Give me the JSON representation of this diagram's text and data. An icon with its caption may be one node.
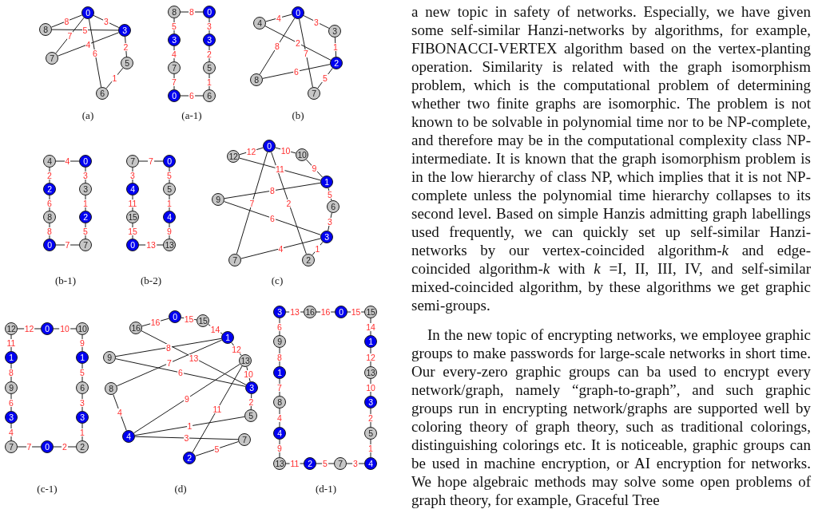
{
  "diagram": {
    "nodes": [
      {
        "text": [
          "0"
        ]
      },
      {
        "text": [
          "8"
        ]
      },
      {
        "text": [
          "3"
        ]
      },
      {
        "text": [
          "7"
        ]
      },
      {
        "text": [
          "5"
        ]
      },
      {
        "text": [
          "6"
        ]
      },
      {
        "text": [
          "8"
        ]
      },
      {
        "text": [
          "0"
        ]
      },
      {
        "text": [
          "3"
        ]
      },
      {
        "text": [
          "3"
        ]
      },
      {
        "text": [
          "7"
        ]
      },
      {
        "text": [
          "5"
        ]
      },
      {
        "text": [
          "0"
        ]
      },
      {
        "text": [
          "6"
        ]
      },
      {
        "text": [
          "0"
        ]
      },
      {
        "text": [
          "4"
        ]
      },
      {
        "text": [
          "3"
        ]
      },
      {
        "text": [
          "2"
        ]
      },
      {
        "text": [
          "8"
        ]
      },
      {
        "text": [
          "7"
        ]
      },
      {
        "text": [
          "4"
        ]
      },
      {
        "text": [
          "0"
        ]
      },
      {
        "text": [
          "2"
        ]
      },
      {
        "text": [
          "3"
        ]
      },
      {
        "text": [
          "8"
        ]
      },
      {
        "text": [
          "2"
        ]
      },
      {
        "text": [
          "0"
        ]
      },
      {
        "text": [
          "7"
        ]
      },
      {
        "text": [
          "7"
        ]
      },
      {
        "text": [
          "0"
        ]
      },
      {
        "text": [
          "4"
        ]
      },
      {
        "text": [
          "5"
        ]
      },
      {
        "text": [
          "15"
        ]
      },
      {
        "text": [
          "4"
        ]
      },
      {
        "text": [
          "0"
        ]
      },
      {
        "text": [
          "13"
        ]
      },
      {
        "text": [
          "0"
        ]
      },
      {
        "text": [
          "10"
        ]
      },
      {
        "text": [
          "12"
        ]
      },
      {
        "text": [
          "1"
        ]
      },
      {
        "text": [
          "9"
        ]
      },
      {
        "text": [
          "6"
        ]
      },
      {
        "text": [
          "3"
        ]
      },
      {
        "text": [
          "7"
        ]
      },
      {
        "text": [
          "2"
        ]
      },
      {
        "text": [
          "12"
        ]
      },
      {
        "text": [
          "0"
        ]
      },
      {
        "text": [
          "10"
        ]
      },
      {
        "text": [
          "1"
        ]
      },
      {
        "text": [
          "1"
        ]
      },
      {
        "text": [
          "9"
        ]
      },
      {
        "text": [
          "6"
        ]
      },
      {
        "text": [
          "3"
        ]
      },
      {
        "text": [
          "3"
        ]
      },
      {
        "text": [
          "7"
        ]
      },
      {
        "text": [
          "0"
        ]
      },
      {
        "text": [
          "2"
        ]
      },
      {
        "text": [
          "0"
        ]
      },
      {
        "text": [
          "15"
        ]
      },
      {
        "text": [
          "16"
        ]
      },
      {
        "text": [
          "1"
        ]
      },
      {
        "text": [
          "9"
        ]
      },
      {
        "text": [
          "13"
        ]
      },
      {
        "text": [
          "3"
        ]
      },
      {
        "text": [
          "8"
        ]
      },
      {
        "text": [
          "5"
        ]
      },
      {
        "text": [
          "4"
        ]
      },
      {
        "text": [
          "7"
        ]
      },
      {
        "text": [
          "2"
        ]
      },
      {
        "text": [
          "3"
        ]
      },
      {
        "text": [
          "16"
        ]
      },
      {
        "text": [
          "0"
        ]
      },
      {
        "text": [
          "15"
        ]
      },
      {
        "text": [
          "9"
        ]
      },
      {
        "text": [
          "1"
        ]
      },
      {
        "text": [
          "1"
        ]
      },
      {
        "text": [
          "13"
        ]
      },
      {
        "text": [
          "8"
        ]
      },
      {
        "text": [
          "3"
        ]
      },
      {
        "text": [
          "4"
        ]
      },
      {
        "text": [
          "5"
        ]
      },
      {
        "text": [
          "13"
        ]
      },
      {
        "text": [
          "2"
        ]
      },
      {
        "text": [
          "7"
        ]
      },
      {
        "text": [
          "4"
        ]
      }
    ],
    "edges": [
      {
        "from": 0,
        "to": 1,
        "arrow": "none",
        "label": "8"
      },
      {
        "from": 0,
        "to": 2,
        "arrow": "none",
        "label": "3"
      },
      {
        "from": 1,
        "to": 2,
        "arrow": "none",
        "label": "5"
      },
      {
        "from": 0,
        "to": 3,
        "arrow": "none",
        "label": "7"
      },
      {
        "from": 3,
        "to": 2,
        "arrow": "none",
        "label": "4"
      },
      {
        "from": 0,
        "to": 5,
        "arrow": "none",
        "label": "6"
      },
      {
        "from": 5,
        "to": 4,
        "arrow": "none",
        "label": "1"
      },
      {
        "from": 4,
        "to": 2,
        "arrow": "none",
        "label": "2"
      },
      {
        "from": 6,
        "to": 7,
        "arrow": "none",
        "label": "8"
      },
      {
        "from": 6,
        "to": 8,
        "arrow": "none",
        "label": "5"
      },
      {
        "from": 8,
        "to": 10,
        "arrow": "none",
        "label": "4"
      },
      {
        "from": 10,
        "to": 12,
        "arrow": "none",
        "label": "7"
      },
      {
        "from": 12,
        "to": 13,
        "arrow": "none",
        "label": "6"
      },
      {
        "from": 13,
        "to": 11,
        "arrow": "none",
        "label": "1"
      },
      {
        "from": 11,
        "to": 9,
        "arrow": "none",
        "label": "2"
      },
      {
        "from": 9,
        "to": 7,
        "arrow": "none",
        "label": "3"
      },
      {
        "from": 14,
        "to": 15,
        "arrow": "none",
        "label": "4"
      },
      {
        "from": 14,
        "to": 16,
        "arrow": "none",
        "label": "3"
      },
      {
        "from": 16,
        "to": 17,
        "arrow": "none",
        "label": "1"
      },
      {
        "from": 15,
        "to": 17,
        "arrow": "none",
        "label": "2"
      },
      {
        "from": 14,
        "to": 18,
        "arrow": "none",
        "label": "8"
      },
      {
        "from": 14,
        "to": 19,
        "arrow": "none",
        "label": "7"
      },
      {
        "from": 18,
        "to": 17,
        "arrow": "none",
        "label": "6"
      },
      {
        "from": 17,
        "to": 19,
        "arrow": "none",
        "label": "5"
      },
      {
        "from": 20,
        "to": 21,
        "arrow": "none",
        "label": "4"
      },
      {
        "from": 20,
        "to": 22,
        "arrow": "none",
        "label": "2"
      },
      {
        "from": 22,
        "to": 24,
        "arrow": "none",
        "label": "6"
      },
      {
        "from": 24,
        "to": 26,
        "arrow": "none",
        "label": "8"
      },
      {
        "from": 26,
        "to": 27,
        "arrow": "none",
        "label": "7"
      },
      {
        "from": 27,
        "to": 25,
        "arrow": "none",
        "label": "5"
      },
      {
        "from": 25,
        "to": 23,
        "arrow": "none",
        "label": "1"
      },
      {
        "from": 23,
        "to": 21,
        "arrow": "none",
        "label": "3"
      },
      {
        "from": 28,
        "to": 29,
        "arrow": "none",
        "label": "7"
      },
      {
        "from": 28,
        "to": 30,
        "arrow": "none",
        "label": "3"
      },
      {
        "from": 30,
        "to": 32,
        "arrow": "none",
        "label": "11"
      },
      {
        "from": 32,
        "to": 34,
        "arrow": "none",
        "label": "15"
      },
      {
        "from": 34,
        "to": 35,
        "arrow": "none",
        "label": "13"
      },
      {
        "from": 35,
        "to": 33,
        "arrow": "none",
        "label": "9"
      },
      {
        "from": 33,
        "to": 31,
        "arrow": "none",
        "label": "1"
      },
      {
        "from": 31,
        "to": 29,
        "arrow": "none",
        "label": "5"
      },
      {
        "from": 36,
        "to": 38,
        "arrow": "none",
        "label": "12"
      },
      {
        "from": 36,
        "to": 37,
        "arrow": "none",
        "label": "10"
      },
      {
        "from": 37,
        "to": 39,
        "arrow": "none",
        "label": "9"
      },
      {
        "from": 38,
        "to": 39,
        "arrow": "none",
        "label": "11"
      },
      {
        "from": 40,
        "to": 39,
        "arrow": "none",
        "label": "8"
      },
      {
        "from": 39,
        "to": 41,
        "arrow": "none",
        "label": "5"
      },
      {
        "from": 41,
        "to": 42,
        "arrow": "none",
        "label": "3"
      },
      {
        "from": 40,
        "to": 42,
        "arrow": "none",
        "label": "6"
      },
      {
        "from": 36,
        "to": 43,
        "arrow": "none",
        "label": "7"
      },
      {
        "from": 36,
        "to": 44,
        "arrow": "none",
        "label": "2"
      },
      {
        "from": 43,
        "to": 42,
        "arrow": "none",
        "label": "4"
      },
      {
        "from": 42,
        "to": 44,
        "arrow": "none",
        "label": "1"
      },
      {
        "from": 45,
        "to": 46,
        "arrow": "none",
        "label": "12"
      },
      {
        "from": 46,
        "to": 47,
        "arrow": "none",
        "label": "10"
      },
      {
        "from": 47,
        "to": 49,
        "arrow": "none",
        "label": "9"
      },
      {
        "from": 49,
        "to": 51,
        "arrow": "none",
        "label": "5"
      },
      {
        "from": 51,
        "to": 53,
        "arrow": "none",
        "label": "3"
      },
      {
        "from": 53,
        "to": 56,
        "arrow": "none",
        "label": "1"
      },
      {
        "from": 56,
        "to": 55,
        "arrow": "none",
        "label": "2"
      },
      {
        "from": 55,
        "to": 54,
        "arrow": "none",
        "label": "7"
      },
      {
        "from": 54,
        "to": 52,
        "arrow": "none",
        "label": "4"
      },
      {
        "from": 52,
        "to": 50,
        "arrow": "none",
        "label": "6"
      },
      {
        "from": 50,
        "to": 48,
        "arrow": "none",
        "label": "8"
      },
      {
        "from": 48,
        "to": 45,
        "arrow": "none",
        "label": "11"
      },
      {
        "from": 59,
        "to": 57,
        "arrow": "none",
        "label": "16"
      },
      {
        "from": 57,
        "to": 58,
        "arrow": "none",
        "label": "15"
      },
      {
        "from": 58,
        "to": 60,
        "arrow": "none",
        "label": "14"
      },
      {
        "from": 60,
        "to": 62,
        "arrow": "none",
        "label": "12"
      },
      {
        "from": 62,
        "to": 63,
        "arrow": "none",
        "label": "10"
      },
      {
        "from": 63,
        "to": 65,
        "arrow": "none",
        "label": "2"
      },
      {
        "from": 61,
        "to": 60,
        "arrow": "none",
        "label": "8"
      },
      {
        "from": 64,
        "to": 60,
        "arrow": "none",
        "label": "7"
      },
      {
        "from": 59,
        "to": 63,
        "arrow": "none",
        "label": "13"
      },
      {
        "from": 61,
        "to": 63,
        "arrow": "none",
        "label": "6"
      },
      {
        "from": 64,
        "to": 66,
        "arrow": "none",
        "label": "4"
      },
      {
        "from": 66,
        "to": 62,
        "arrow": "none",
        "label": "9"
      },
      {
        "from": 62,
        "to": 68,
        "arrow": "none",
        "label": "11"
      },
      {
        "from": 66,
        "to": 65,
        "arrow": "none",
        "label": "1"
      },
      {
        "from": 66,
        "to": 67,
        "arrow": "none",
        "label": "3"
      },
      {
        "from": 68,
        "to": 67,
        "arrow": "none",
        "label": "5"
      },
      {
        "from": 69,
        "to": 70,
        "arrow": "none",
        "label": "13"
      },
      {
        "from": 70,
        "to": 71,
        "arrow": "none",
        "label": "16"
      },
      {
        "from": 71,
        "to": 72,
        "arrow": "none",
        "label": "15"
      },
      {
        "from": 72,
        "to": 74,
        "arrow": "none",
        "label": "14"
      },
      {
        "from": 74,
        "to": 76,
        "arrow": "none",
        "label": "12"
      },
      {
        "from": 76,
        "to": 78,
        "arrow": "none",
        "label": "10"
      },
      {
        "from": 78,
        "to": 80,
        "arrow": "none",
        "label": "2"
      },
      {
        "from": 80,
        "to": 84,
        "arrow": "none",
        "label": "1"
      },
      {
        "from": 84,
        "to": 83,
        "arrow": "none",
        "label": "3"
      },
      {
        "from": 83,
        "to": 82,
        "arrow": "none",
        "label": "5"
      },
      {
        "from": 82,
        "to": 81,
        "arrow": "none",
        "label": "11"
      },
      {
        "from": 81,
        "to": 79,
        "arrow": "none",
        "label": "9"
      },
      {
        "from": 79,
        "to": 77,
        "arrow": "none",
        "label": "4"
      },
      {
        "from": 77,
        "to": 75,
        "arrow": "none",
        "label": "7"
      },
      {
        "from": 75,
        "to": 73,
        "arrow": "none",
        "label": "8"
      },
      {
        "from": 73,
        "to": 69,
        "arrow": "none",
        "label": "6"
      }
    ],
    "labels": [
      "(a)",
      "(a-1)",
      "(b)",
      "(b-1)",
      "(b-2)",
      "(c)",
      "(c-1)",
      "(d)",
      "(d-1)",
      "a new topic in safety of networks. Especially, we have given some self-similar Hanzi-networks by algorithms, for example, FIBONACCI-VERTEX algorithm based on the vertex-planting operation. Similarity is related with the graph isomorphism problem, which is the computational problem of determining whether two finite graphs are isomorphic. The problem is not known to be solvable in polynomial time nor to be NP-complete, and therefore may be in the computational complexity class NP-intermediate. It is known that the graph isomorphism problem is in the low hierarchy of class NP, which implies that it is not NP-complete unless the polynomial time hierarchy collapses to its second level. Based on simple Hanzis admitting graph labellings used frequently, we can quickly set up self-similar Hanzi-networks by our vertex-coincided algorithm-*k* and edge-coincided algorithm-*k* with *k* =I, II, III, IV, and self-similar mixed-coincided algorithm, by these algorithms we get graphic semi-groups.",
      "In the new topic of encrypting networks, we employee graphic groups to make passwords for large-scale networks in short time. Our every-zero graphic groups can ba used to encrypt every network/graph, namely “graph-to-graph”, and such graphic groups run in encrypting network/graphs are supported well by coloring theory of graph theory, such as traditional colorings, distinguishing colorings etc. It is noticeable, graphic groups can be used in machine encryption, or AI encryption for networks. We hope algebraic methods may solve some open problems of graph theory, for example, Graceful Tree"
    ]
  }
}
